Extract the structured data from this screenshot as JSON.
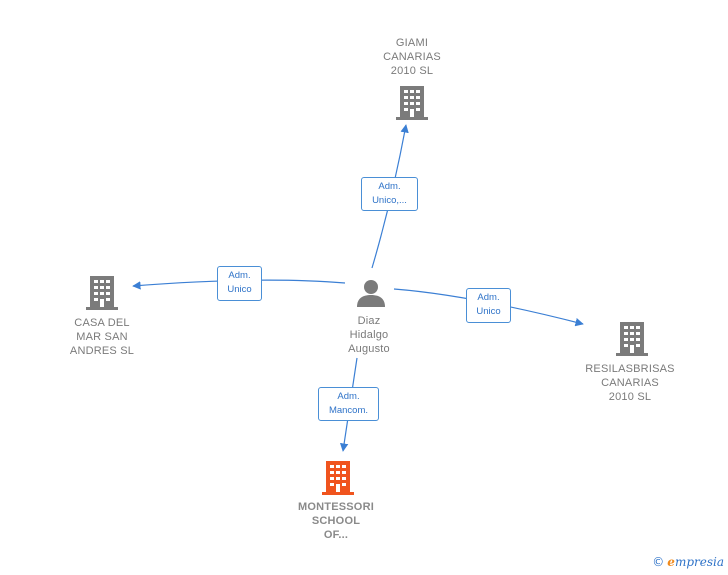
{
  "colors": {
    "company": "#7b7b7b",
    "focus_company": "#f0541e",
    "person": "#7b7b7b",
    "edge": "#3b7fd4",
    "badge_text": "#2f73c8"
  },
  "person": {
    "name": "Diaz\nHidalgo\nAugusto",
    "icon": "person-icon"
  },
  "companies": {
    "giami": {
      "name": "GIAMI\nCANARIAS\n2010 SL",
      "icon": "building-icon"
    },
    "casa": {
      "name": "CASA DEL\nMAR SAN\nANDRES SL",
      "icon": "building-icon"
    },
    "resilas": {
      "name": "RESILASBRISAS\nCANARIAS\n2010 SL",
      "icon": "building-icon"
    },
    "montessori": {
      "name": "MONTESSORI\nSCHOOL\nOF...",
      "icon": "building-icon",
      "focus": true
    }
  },
  "relations": {
    "giami": "Adm.\nUnico,...",
    "casa": "Adm.\nUnico",
    "resilas": "Adm.\nUnico",
    "montessori": "Adm.\nMancom."
  },
  "brand": {
    "copyright": "©",
    "e": "e",
    "rest": "mpresia"
  }
}
